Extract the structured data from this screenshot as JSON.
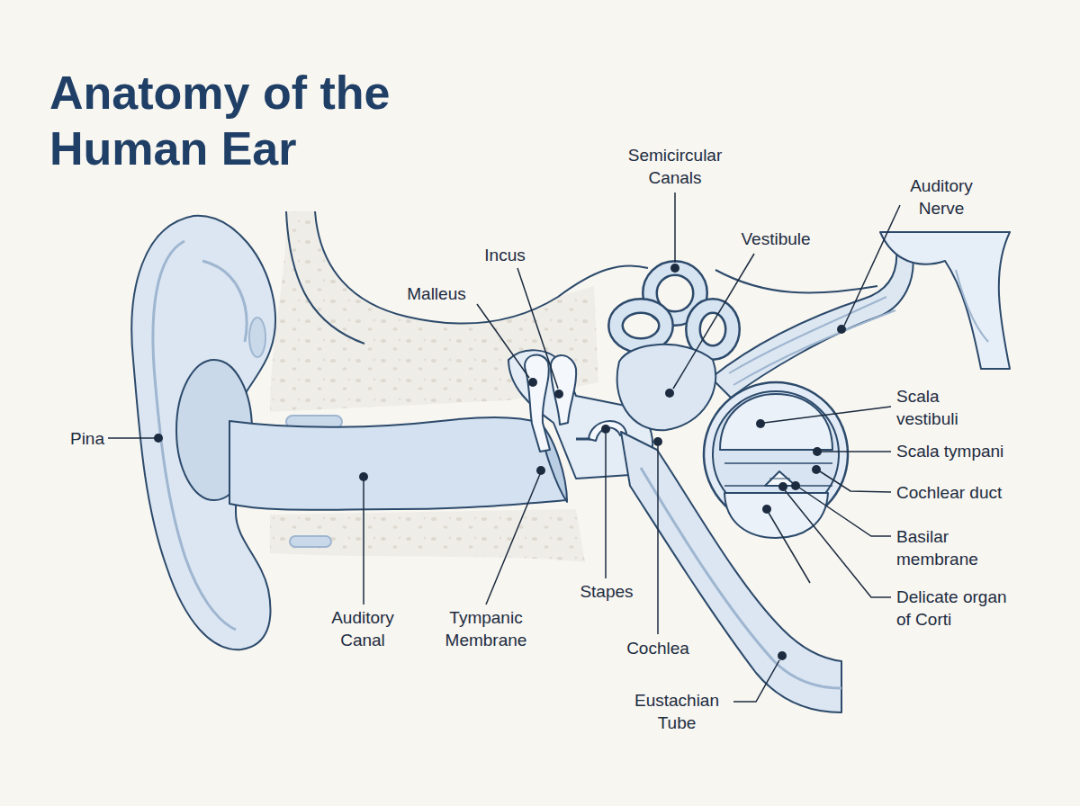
{
  "diagram": {
    "title": "Anatomy of the Human Ear",
    "labels": [
      "Semicircular Canals",
      "Auditory Nerve",
      "Vestibule",
      "Incus",
      "Malleus",
      "Pina",
      "Scala vestibuli",
      "Scala tympani",
      "Cochlear duct",
      "Basilar membrane",
      "Delicate organ of Corti",
      "Auditory Canal",
      "Tympanic Membrane",
      "Stapes",
      "Cochlea",
      "Eustachian Tube"
    ]
  }
}
